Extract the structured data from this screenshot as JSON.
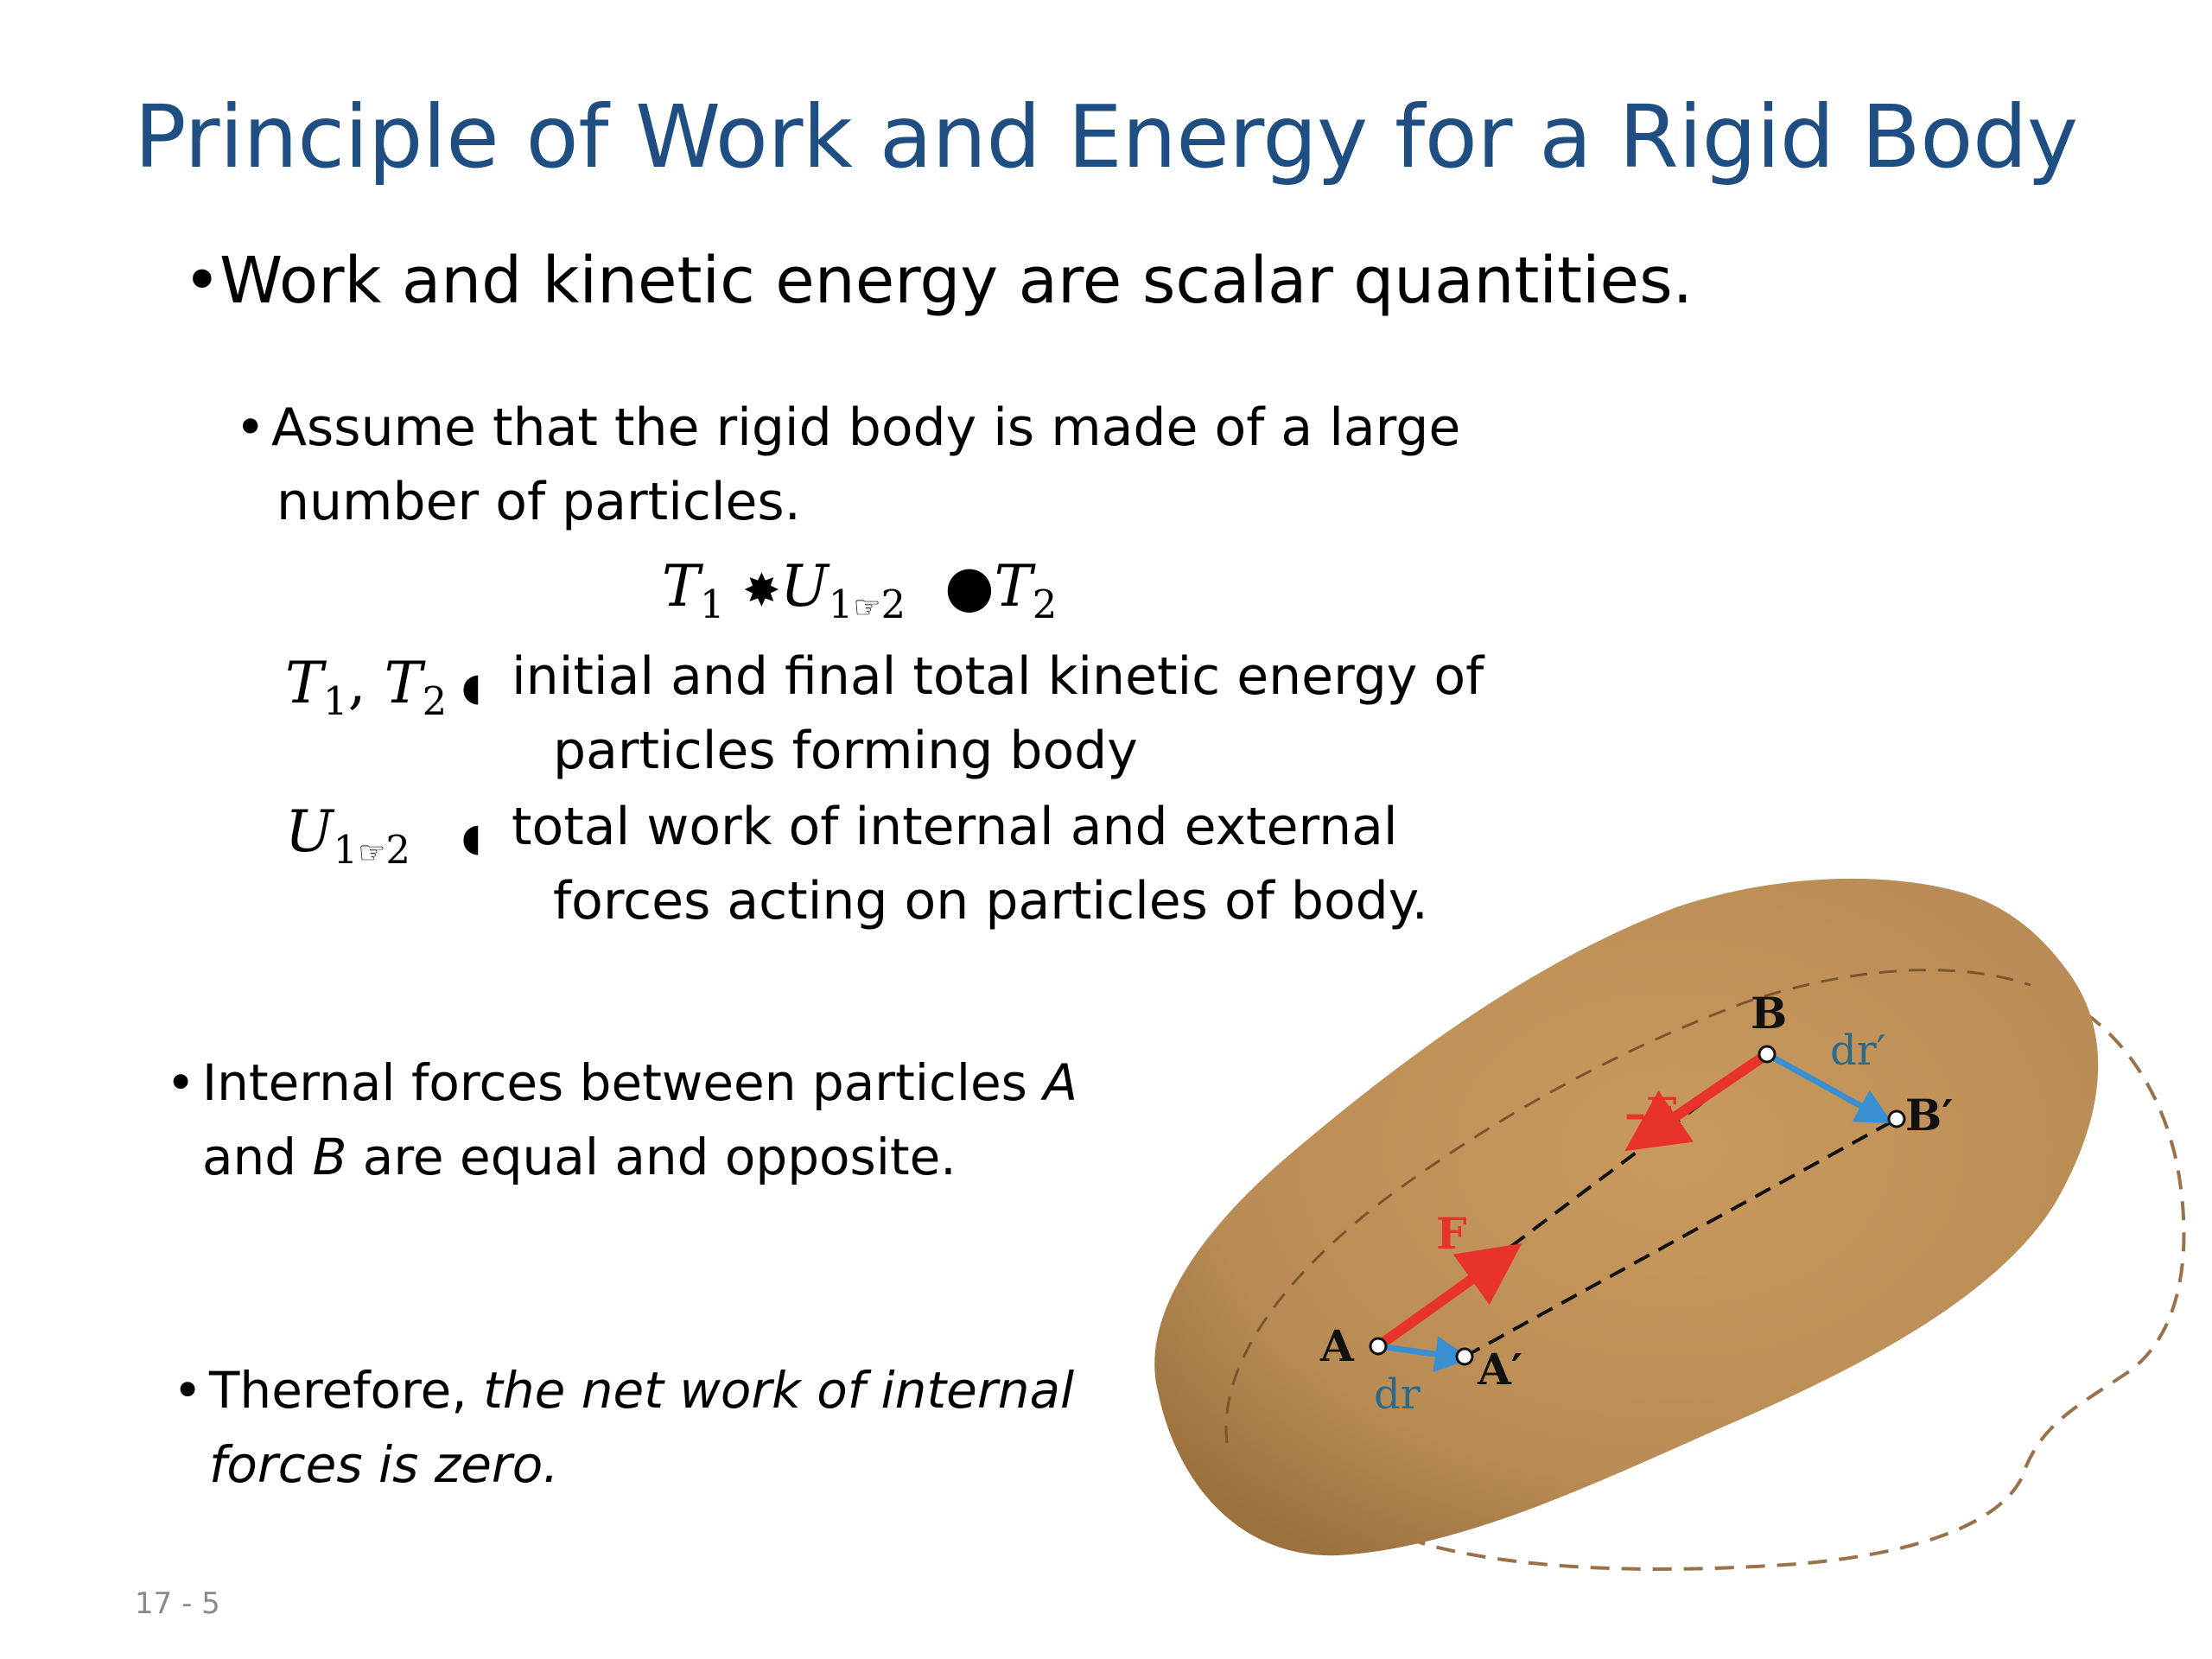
{
  "title": "Principle of Work and Energy for a Rigid Body",
  "bullets": {
    "scalar": "Work and kinetic energy are scalar quantities.",
    "assume_line1": "Assume that the rigid body is made of a large",
    "assume_line2": "number of particles.",
    "internal_pre": "Internal forces between particles ",
    "internal_A": "A",
    "internal_line2_pre": "and ",
    "internal_B": "B",
    "internal_line2_post": " are equal and opposite.",
    "therefore_pre": "Therefore, ",
    "therefore_ital1": "the net work of internal",
    "therefore_ital2": "forces is zero."
  },
  "equation": {
    "T1": "T",
    "T1_sub": "1",
    "U": "U",
    "U_sub": "1",
    "U_sub2": "2",
    "T2": "T",
    "T2_sub": "2"
  },
  "definitions": {
    "T_label": "T",
    "T_label_sub1": "1",
    "T_label_comma": ", ",
    "T_label_T2": "T",
    "T_label_sub2": "2",
    "T_desc1": "initial and final total kinetic energy of",
    "T_desc2": "particles forming body",
    "U_label": "U",
    "U_label_sub1": "1",
    "U_label_sub2": "2",
    "U_desc1": "total work of  internal and external",
    "U_desc2": "forces acting on particles of body."
  },
  "figure": {
    "label_A": "A",
    "label_A_prime": "A′",
    "label_B": "B",
    "label_B_prime": "B′",
    "label_F": "F",
    "label_neg_F": "–F",
    "label_dr": "dr",
    "label_dr_prime": "dr′",
    "body_color": "#b98c55",
    "force_color": "#e8332a",
    "displacement_color": "#3a8fd0"
  },
  "slide_number": "17 - 5"
}
